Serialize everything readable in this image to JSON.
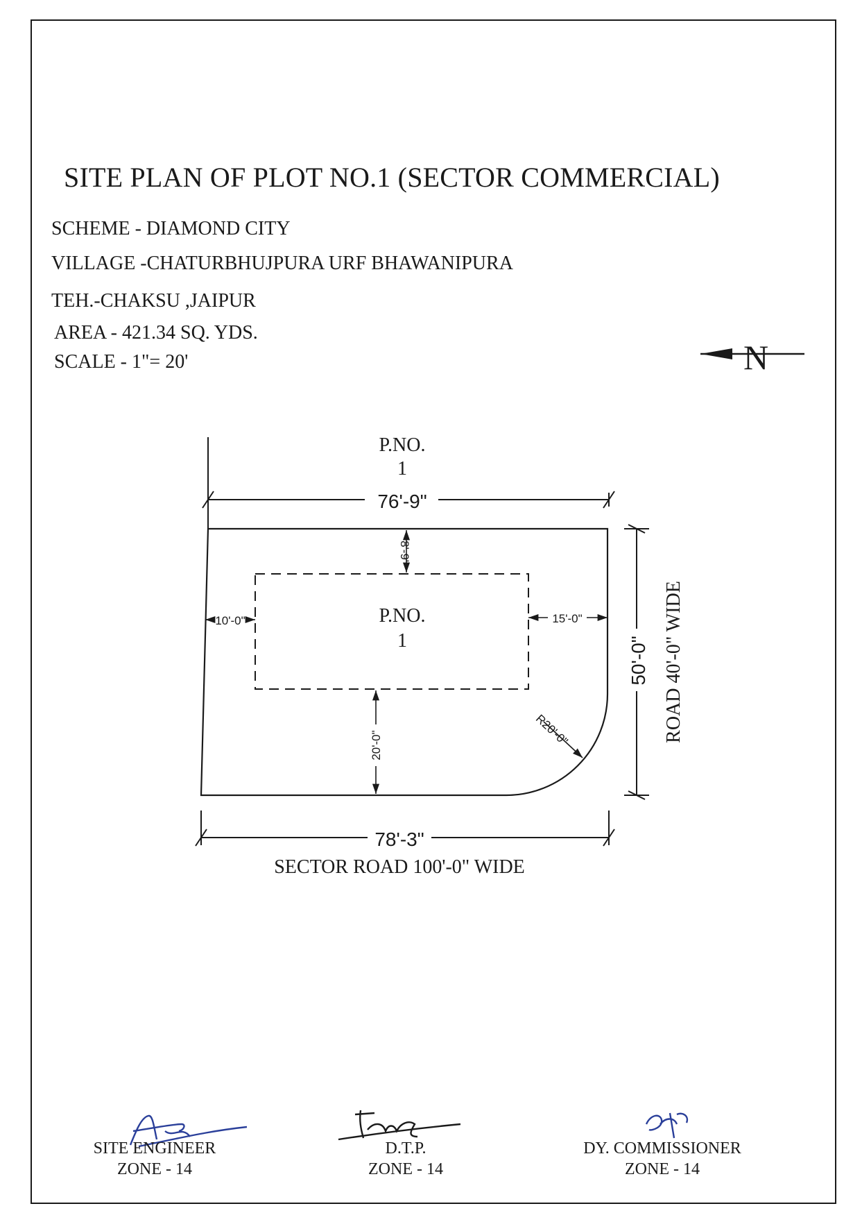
{
  "title": "SITE PLAN OF PLOT NO.1 (SECTOR COMMERCIAL)",
  "info": {
    "scheme": "SCHEME - DIAMOND CITY",
    "village": "VILLAGE  -CHATURBHUJPURA URF BHAWANIPURA",
    "tehsil": "TEH.-CHAKSU ,JAIPUR",
    "area": "AREA  - 421.34 SQ. YDS.",
    "scale": "SCALE -  1\"= 20'"
  },
  "north_arrow": {
    "label": "N"
  },
  "plan": {
    "adjacent_plot": {
      "line1": "P.NO.",
      "line2": "1"
    },
    "plot": {
      "line1": "P.NO.",
      "line2": "1"
    },
    "dimensions": {
      "top_width": "76'-9\"",
      "bottom_width": "78'-3\"",
      "depth": "50'-0\"",
      "front_setback": "8'-9\"",
      "left_setback": "10'-0\"",
      "right_setback": "15'-0\"",
      "rear_setback": "20'-0\"",
      "corner_radius": "R20'-0\""
    },
    "roads": {
      "side": "ROAD 40'-0\" WIDE",
      "bottom": "SECTOR ROAD 100'-0\" WIDE"
    }
  },
  "signatures": [
    {
      "title": "SITE ENGINEER",
      "zone": "ZONE - 14",
      "ink_color": "#2a3f9a"
    },
    {
      "title": "D.T.P.",
      "zone": "ZONE - 14",
      "ink_color": "#1a1a1a"
    },
    {
      "title": "DY. COMMISSIONER",
      "zone": "ZONE - 14",
      "ink_color": "#2a3f9a"
    }
  ]
}
